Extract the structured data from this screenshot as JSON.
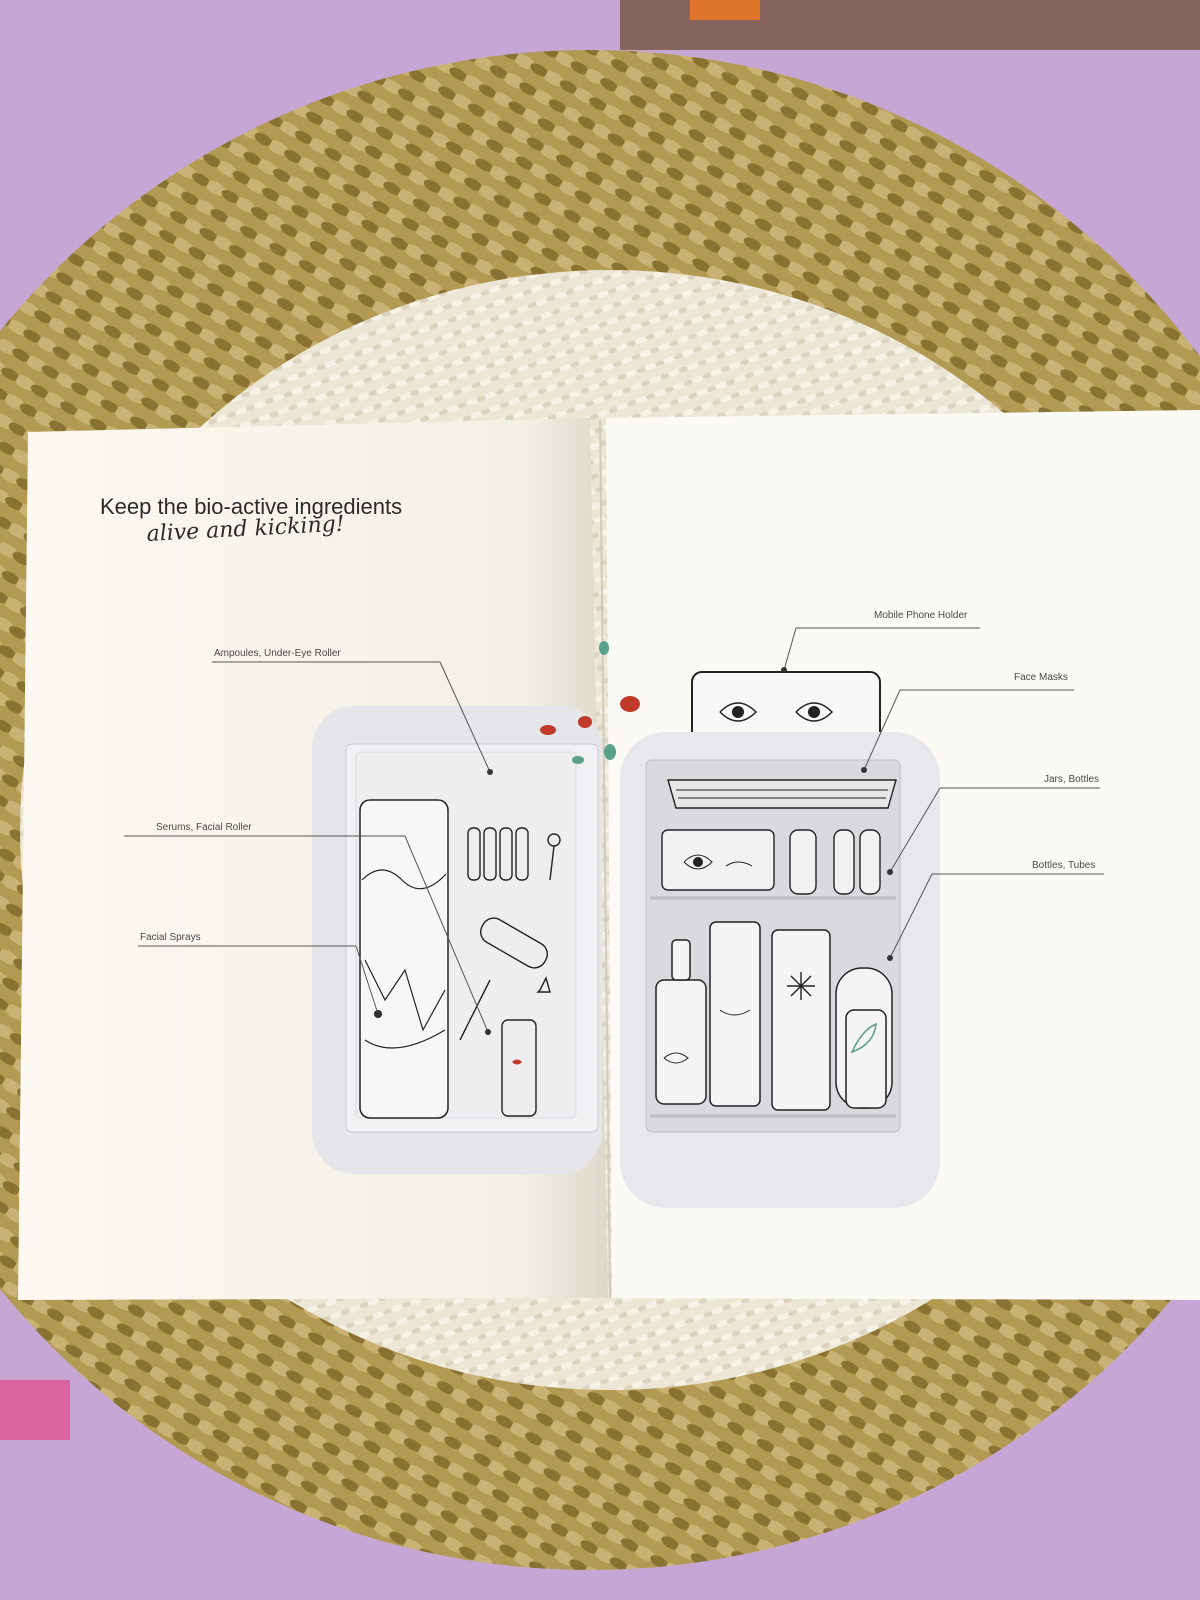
{
  "headline": "Keep the bio-active ingredients",
  "headline_script": "alive and kicking!",
  "left_labels": {
    "ampoules": "Ampoules, Under-Eye Roller",
    "serums": "Serums,  Facial Roller",
    "sprays": "Facial Sprays"
  },
  "right_labels": {
    "phone_holder": "Mobile Phone Holder",
    "face_masks": "Face Masks",
    "jars": "Jars, Bottles",
    "bottles": "Bottles, Tubes"
  },
  "colors": {
    "background_purple": "#c7a6d6",
    "jute": "#b39a52",
    "cotton": "#ece6d6",
    "paper": "#fbf9f1",
    "accent_red": "#c0392b",
    "accent_green": "#5aa08a"
  }
}
